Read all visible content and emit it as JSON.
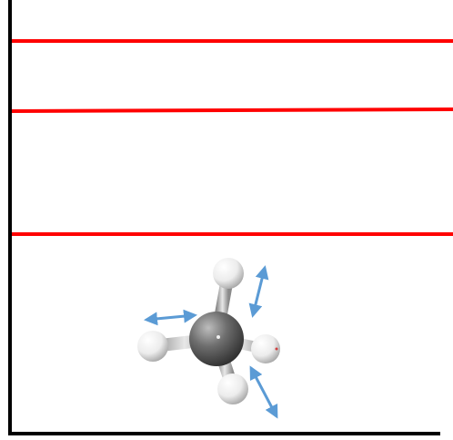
{
  "figure": {
    "type": "energy-level-diagram",
    "axes": {
      "y_axis_visible": true,
      "x_axis_visible": true,
      "axis_color": "#000000"
    },
    "energy_levels": [
      {
        "level": 1,
        "color": "#ff0000"
      },
      {
        "level": 2,
        "color": "#ff0000"
      },
      {
        "level": 3,
        "color": "#ff0000"
      }
    ],
    "molecule": {
      "central_atom_color": "#5a5a5a",
      "outer_atom_color": "#f0f0f0",
      "outer_atom_count": 4,
      "vibration_arrow_count": 3,
      "arrow_color": "#5b9bd5"
    }
  }
}
